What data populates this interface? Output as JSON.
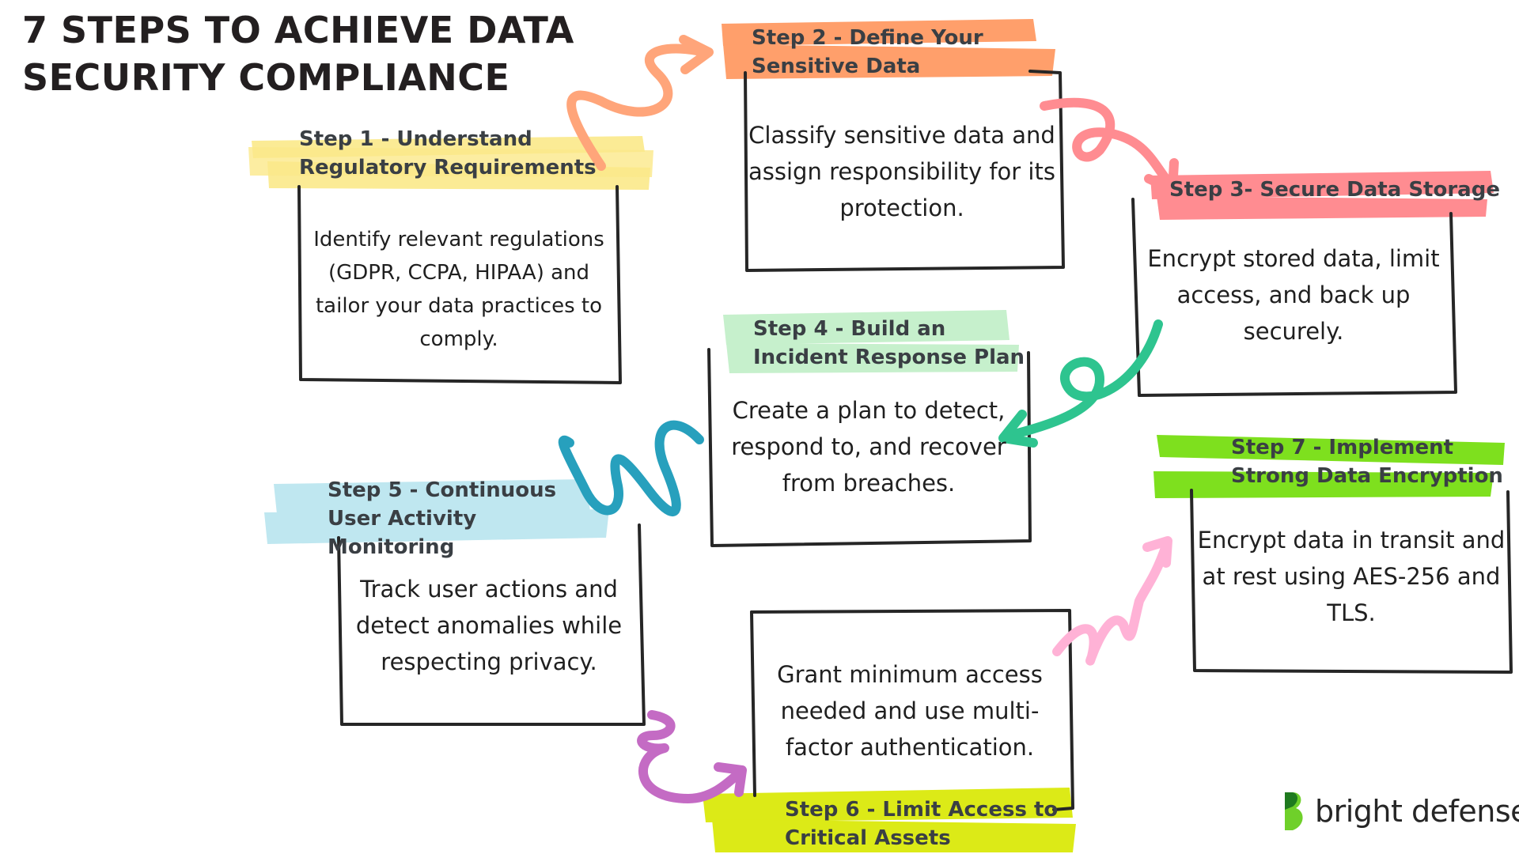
{
  "title": {
    "line1": "7 STEPS TO ACHIEVE DATA",
    "line2": "SECURITY COMPLIANCE"
  },
  "steps": [
    {
      "title_lines": [
        "Step 1 - Understand",
        "Regulatory Requirements"
      ],
      "desc_lines": [
        "Identify relevant regulations",
        "(GDPR, CCPA, HIPAA) and",
        "tailor your data practices to",
        "comply."
      ],
      "highlight_color": "#fbe98a"
    },
    {
      "title_lines": [
        "Step 2 -  Define Your",
        "Sensitive Data"
      ],
      "desc_lines": [
        "Classify sensitive data and",
        "assign responsibility for its",
        "protection."
      ],
      "highlight_color": "#ff9f6b"
    },
    {
      "title_lines": [
        "Step 3- Secure Data Storage"
      ],
      "desc_lines": [
        "Encrypt stored data, limit",
        "access, and back up",
        "securely."
      ],
      "highlight_color": "#ff8c91"
    },
    {
      "title_lines": [
        "Step 4 -  Build an",
        "Incident Response Plan"
      ],
      "desc_lines": [
        "Create a plan to detect,",
        "respond to, and recover",
        "from breaches."
      ],
      "highlight_color": "#c6f0cc"
    },
    {
      "title_lines": [
        "Step 5 - Continuous",
        "User Activity",
        "Monitoring"
      ],
      "desc_lines": [
        "Track user actions and",
        "detect anomalies while",
        "respecting privacy."
      ],
      "highlight_color": "#bfe7f0"
    },
    {
      "title_lines": [
        "Step 6 - Limit Access to",
        "Critical Assets"
      ],
      "desc_lines": [
        "Grant minimum access",
        "needed and use multi-",
        "factor authentication."
      ],
      "highlight_color": "#dcea17"
    },
    {
      "title_lines": [
        "Step 7 -  Implement",
        "Strong Data Encryption"
      ],
      "desc_lines": [
        "Encrypt data in transit and",
        "at rest using AES-256 and",
        "TLS."
      ],
      "highlight_color": "#7ee01e"
    }
  ],
  "arrows": [
    {
      "from": "step-1",
      "to": "step-2",
      "color": "#ffa57a"
    },
    {
      "from": "step-2",
      "to": "step-3",
      "color": "#ff8c91"
    },
    {
      "from": "step-3",
      "to": "step-4",
      "color": "#2ec48f"
    },
    {
      "from": "step-4",
      "to": "step-5",
      "color": "#27a0bd"
    },
    {
      "from": "step-5",
      "to": "step-6",
      "color": "#c46bc4"
    },
    {
      "from": "step-6",
      "to": "step-7",
      "color": "#ffb2d6"
    }
  ],
  "logo": {
    "text": "bright defense",
    "icon": "bright-defense-logo-icon",
    "color_dark": "#1f7a1f",
    "color_light": "#6fd02a"
  }
}
